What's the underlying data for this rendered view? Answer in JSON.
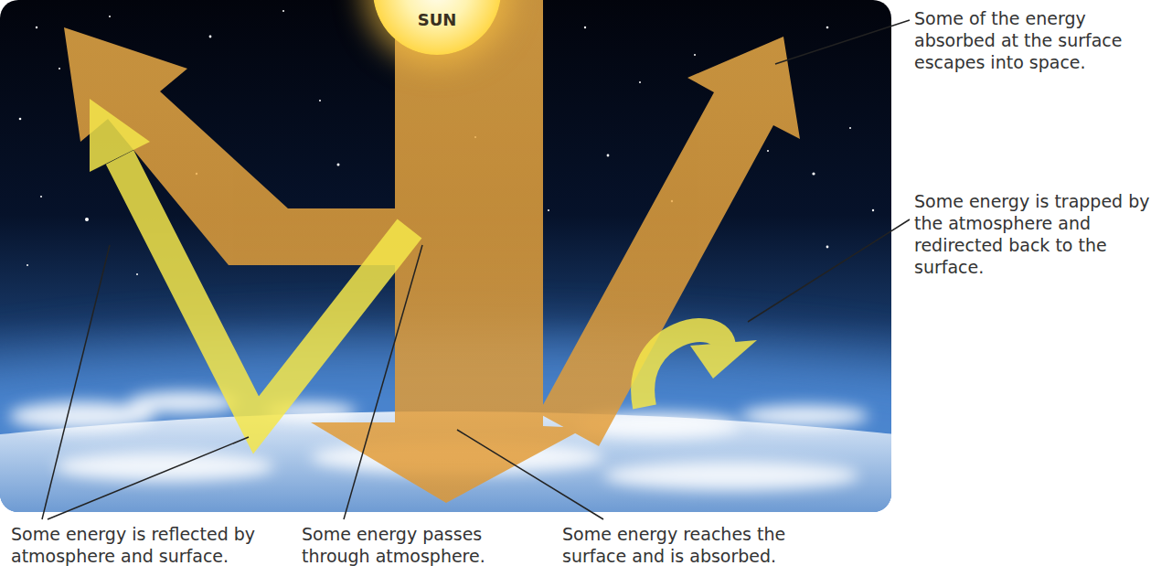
{
  "diagram": {
    "nodes": [
      {
        "text": [
          "SUN"
        ]
      }
    ],
    "labels": [
      "Some of the energy absorbed at the surface escapes into space.",
      "Some energy is trapped by the atmosphere and redirected back to the surface.",
      "Some energy is reflected by atmosphere and surface.",
      "Some energy passes through atmosphere.",
      "Some energy reaches the surface and is absorbed."
    ]
  }
}
